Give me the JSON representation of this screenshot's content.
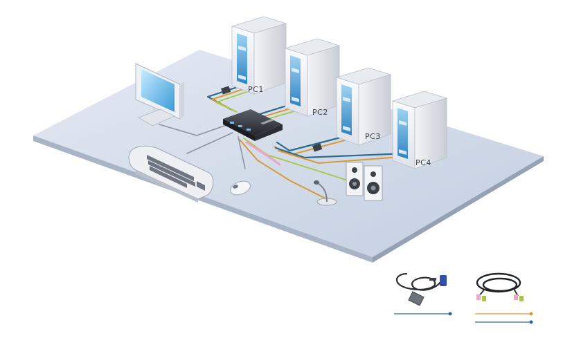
{
  "diagram": {
    "pcs": [
      {
        "label": "PC1"
      },
      {
        "label": "PC2"
      },
      {
        "label": "PC3"
      },
      {
        "label": "PC4"
      }
    ]
  },
  "colors": {
    "floor": "#cdd7e6",
    "floor_edge": "#aeb9cb",
    "cable_blue": "#2c6a8e",
    "cable_orange": "#d79a37",
    "cable_green": "#a7c843",
    "cable_pink": "#e9a7c4",
    "cable_gray": "#8d949e",
    "device_dark": "#3c4047",
    "screen_blue": "#4aa6d8"
  },
  "icons": [
    "monitor-icon",
    "keyboard-icon",
    "mouse-icon",
    "kvm-switch-icon",
    "speakers-icon",
    "microphone-icon",
    "pc-tower-icon",
    "vga-cable-icon",
    "audio-cable-icon"
  ]
}
